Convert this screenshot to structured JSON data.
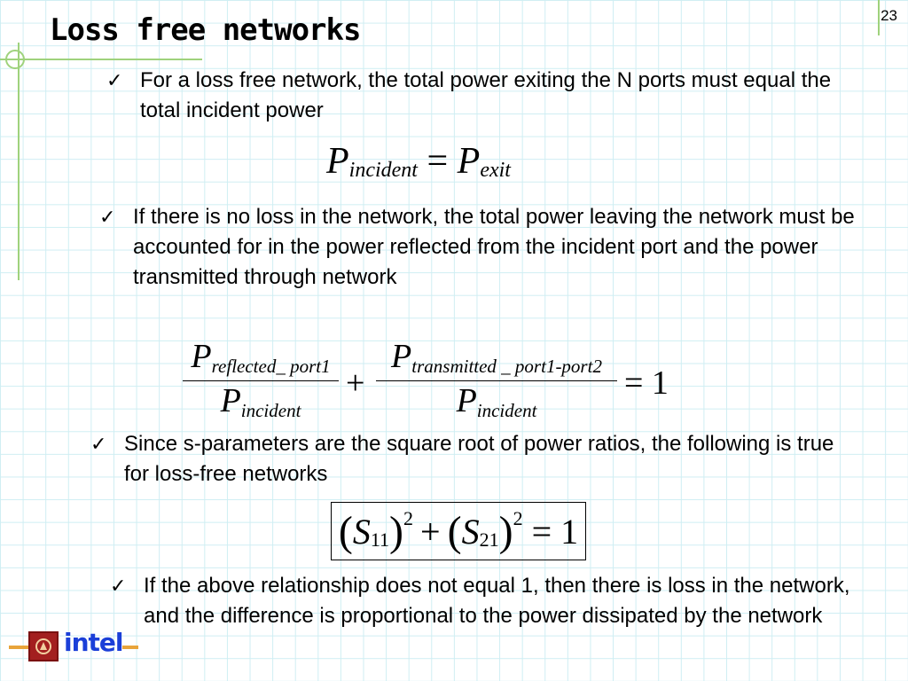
{
  "slide": {
    "title": "Loss free networks",
    "page_number": "23"
  },
  "bullets": [
    {
      "text": "For a loss free network, the total power exiting the N ports must equal the total incident power"
    },
    {
      "text": "If there is no loss in the network, the total power leaving the network must be accounted for in the power reflected from the incident port and the power transmitted through network"
    },
    {
      "text": "Since s-parameters are the square root of power ratios, the following is true for loss-free networks"
    },
    {
      "text": "If the above relationship does not equal 1, then there is loss in the network, and the difference is proportional to the power dissipated by the network"
    }
  ],
  "check_icon": "✓",
  "equations": {
    "eq1": {
      "lhs": "P",
      "lhs_sub": "incident",
      "op": "=",
      "rhs": "P",
      "rhs_sub": "exit"
    },
    "eq2": {
      "num1": "P",
      "num1_sub": "reflected_ port1",
      "den1": "P",
      "den1_sub": "incident",
      "plus": "+",
      "num2": "P",
      "num2_sub": "transmitted _ port1-port2",
      "den2": "P",
      "den2_sub": "incident",
      "equals": "= 1"
    },
    "eq3": {
      "s11": "S",
      "s11_sub": "11",
      "exp": "2",
      "plus": "+",
      "s21": "S",
      "s21_sub": "21",
      "equals": "= 1"
    }
  },
  "logo": {
    "text": "intel",
    "icon": "intel-logo-icon",
    "seal_icon": "university-seal-icon"
  },
  "colors": {
    "grid": "#cfeef3",
    "accent": "#9fd27c",
    "intel_blue": "#1b3fd8",
    "seal_red": "#a31f1f"
  }
}
